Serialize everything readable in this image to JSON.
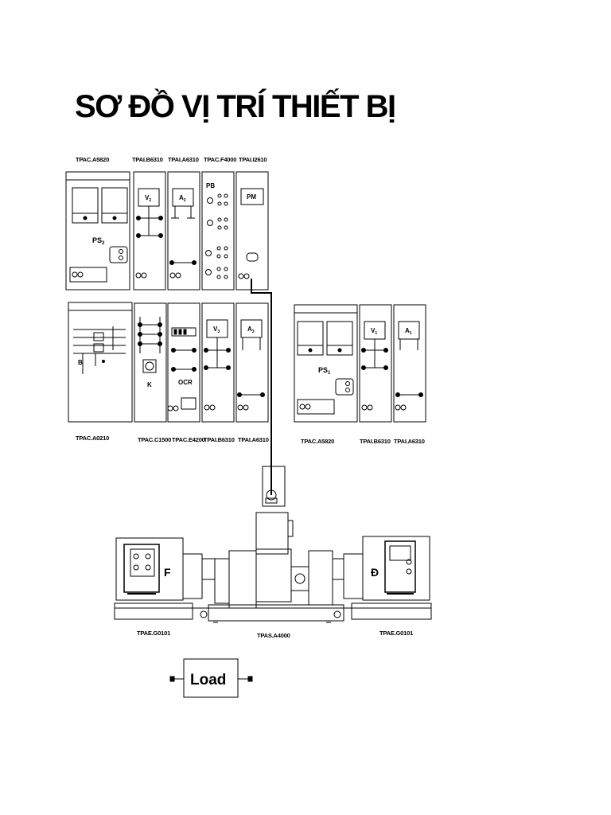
{
  "title": "SƠ ĐỒ VỊ TRÍ THIẾT BỊ",
  "top_labels": [
    "TPAC.A5820",
    "TPAI.B6310",
    "TPAI.A6310",
    "TPAC.F4000",
    "TPAI.I2610"
  ],
  "middle_labels": [
    "TPAC.A0210",
    "TPAC.C1500",
    "TPAC.E4200",
    "TPAI.B6310",
    "TPAI.A6310"
  ],
  "right_labels": [
    "TPAC.A5820",
    "TPAI.B6310",
    "TPAI.A6310"
  ],
  "machine_labels": {
    "left": "TPAE.G0101",
    "center": "TPAS.A4000",
    "right": "TPAE.G0101"
  },
  "panel_text": {
    "ps2": "PS",
    "ps2_sub": "2",
    "ps1": "PS",
    "ps1_sub": "1",
    "v2": "V",
    "v2_sub": "2",
    "a2": "A",
    "a2_sub": "2",
    "v3": "V",
    "v3_sub": "3",
    "a3": "A",
    "a3_sub": "3",
    "v1": "V",
    "v1_sub": "1",
    "a1": "A",
    "a1_sub": "1",
    "pb": "PB",
    "pm": "PM",
    "k": "K",
    "ocr": "OCR",
    "b": "B"
  },
  "machines": {
    "generator": "F",
    "motor": "Đ"
  },
  "load_label": "Load"
}
